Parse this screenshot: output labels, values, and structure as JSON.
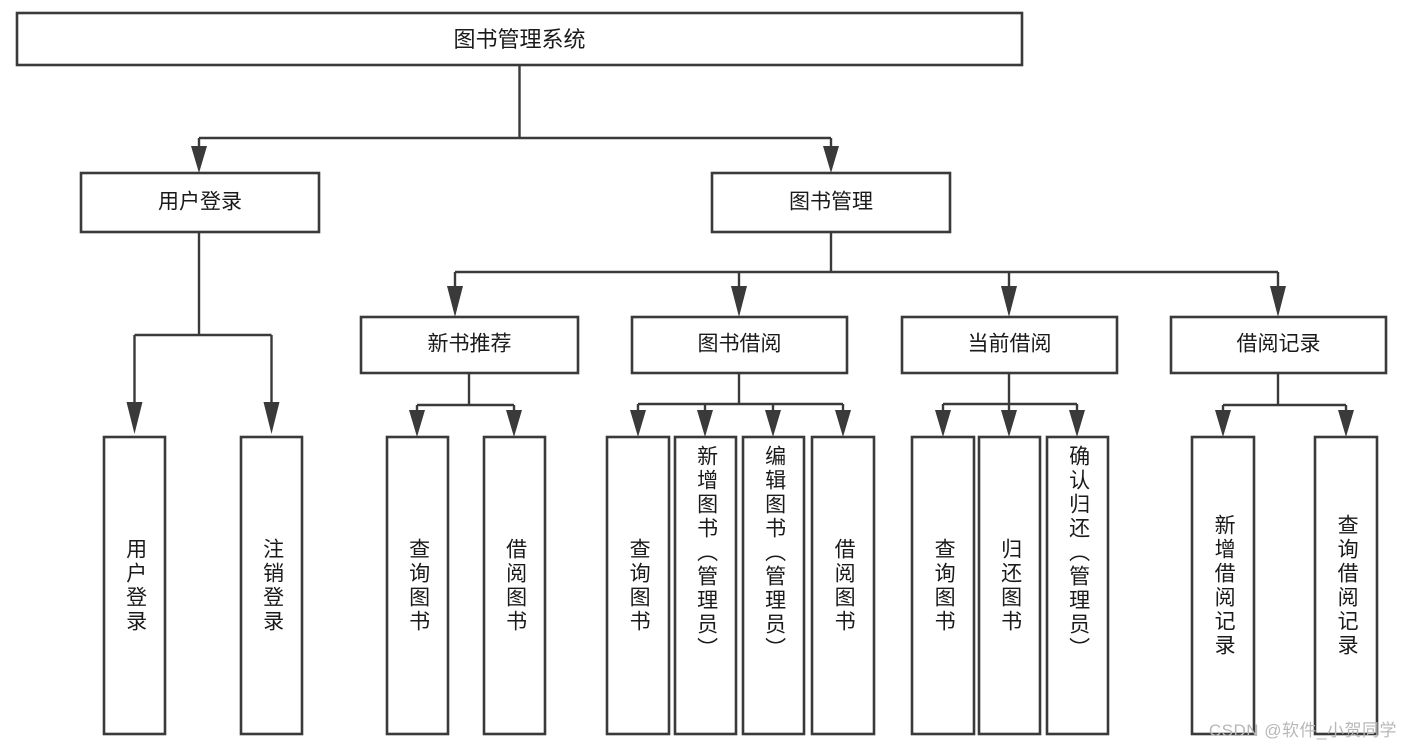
{
  "diagram": {
    "type": "tree",
    "title": "图书管理系统",
    "watermark": "CSDN @软件_小贺同学",
    "colors": {
      "box_stroke": "#3a3a3a",
      "box_fill": "#ffffff",
      "text": "#1a1a1a",
      "connector": "#3a3a3a",
      "watermark": "#b8b8b8",
      "background": "#ffffff"
    },
    "root": {
      "id": "root",
      "label": "图书管理系统"
    },
    "level2": [
      {
        "id": "user-login",
        "label": "用户登录"
      },
      {
        "id": "book-manage",
        "label": "图书管理"
      }
    ],
    "level3": [
      {
        "id": "new-book-rec",
        "label": "新书推荐",
        "parent": "book-manage"
      },
      {
        "id": "book-borrow",
        "label": "图书借阅",
        "parent": "book-manage"
      },
      {
        "id": "current-borrow",
        "label": "当前借阅",
        "parent": "book-manage"
      },
      {
        "id": "borrow-record",
        "label": "借阅记录",
        "parent": "book-manage"
      }
    ],
    "leaves": [
      {
        "id": "leaf-user-login",
        "label": "用户登录",
        "parent": "user-login"
      },
      {
        "id": "leaf-logout",
        "label": "注销登录",
        "parent": "user-login"
      },
      {
        "id": "leaf-query-book-1",
        "label": "查询图书",
        "parent": "new-book-rec"
      },
      {
        "id": "leaf-borrow-book-1",
        "label": "借阅图书",
        "parent": "new-book-rec"
      },
      {
        "id": "leaf-query-book-2",
        "label": "查询图书",
        "parent": "book-borrow"
      },
      {
        "id": "leaf-add-book",
        "label": "新增图书（管理员）",
        "parent": "book-borrow"
      },
      {
        "id": "leaf-edit-book",
        "label": "编辑图书（管理员）",
        "parent": "book-borrow"
      },
      {
        "id": "leaf-borrow-book-2",
        "label": "借阅图书",
        "parent": "book-borrow"
      },
      {
        "id": "leaf-query-book-3",
        "label": "查询图书",
        "parent": "current-borrow"
      },
      {
        "id": "leaf-return-book",
        "label": "归还图书",
        "parent": "current-borrow"
      },
      {
        "id": "leaf-confirm-return",
        "label": "确认归还（管理员）",
        "parent": "current-borrow"
      },
      {
        "id": "leaf-add-record",
        "label": "新增借阅记录",
        "parent": "borrow-record"
      },
      {
        "id": "leaf-query-record",
        "label": "查询借阅记录",
        "parent": "borrow-record"
      }
    ]
  }
}
